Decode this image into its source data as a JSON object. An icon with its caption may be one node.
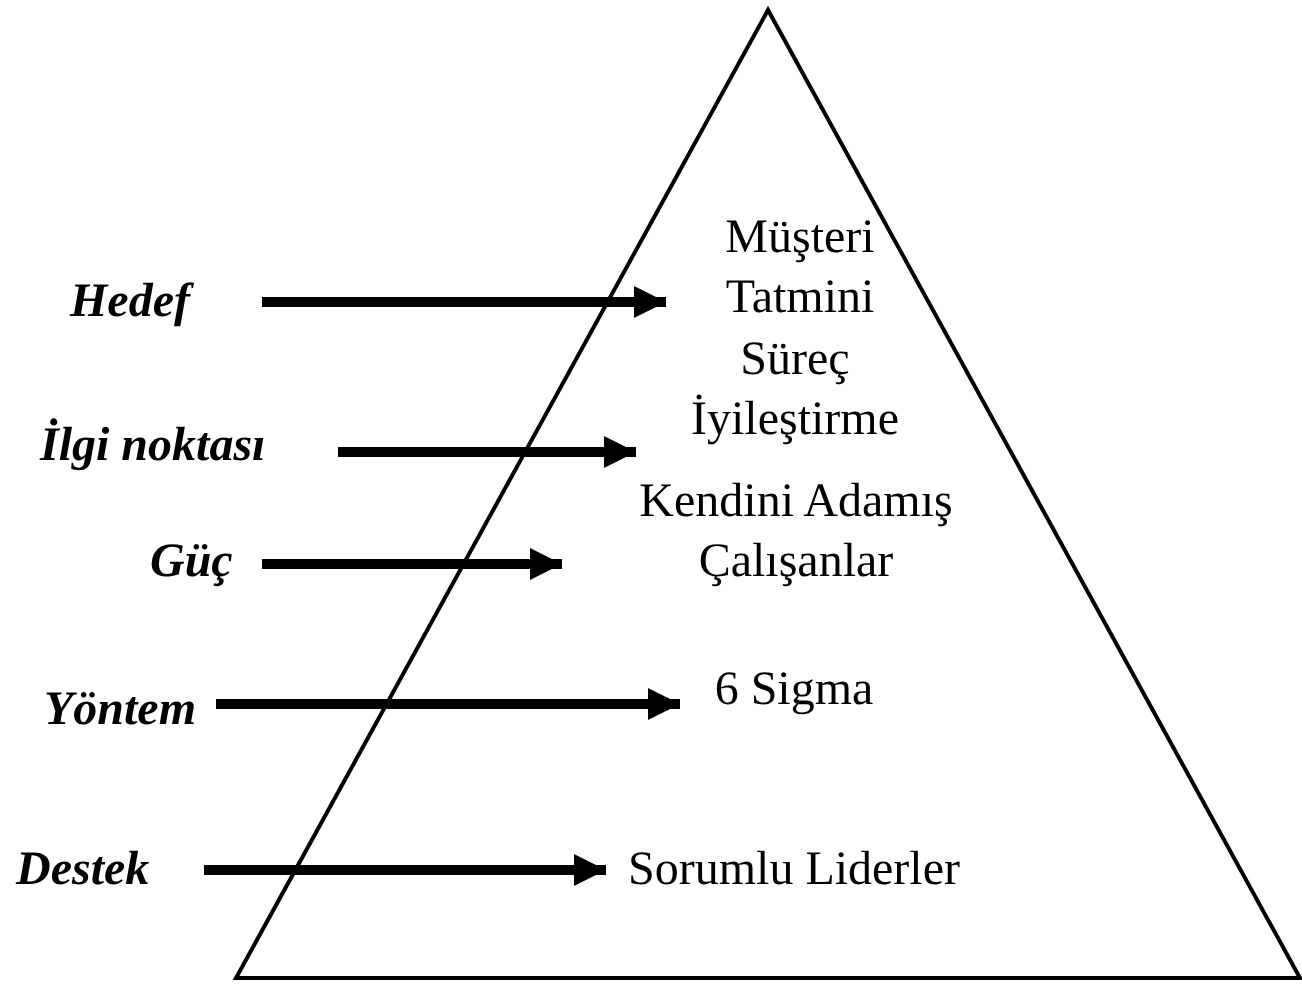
{
  "diagram": {
    "nodes": [
      {
        "text": [],
        "shape": "triangle"
      },
      {
        "text": [
          "Hedef"
        ]
      },
      {
        "text": [
          "Müşteri Tatmini"
        ],
        "in": 0
      },
      {
        "text": [
          "İlgi noktası"
        ]
      },
      {
        "text": [
          "Süreç İyileştirme"
        ],
        "in": 0
      },
      {
        "text": [
          "Güç"
        ]
      },
      {
        "text": [
          "Kendini Adamış Çalışanlar"
        ],
        "in": 0
      },
      {
        "text": [
          "Yöntem"
        ]
      },
      {
        "text": [
          "6 Sigma"
        ],
        "in": 0
      },
      {
        "text": [
          "Destek"
        ]
      },
      {
        "text": [
          "Sorumlu Liderler"
        ],
        "in": 0
      }
    ],
    "edges": [
      {
        "from": 1,
        "to": 2,
        "arrow": "to"
      },
      {
        "from": 3,
        "to": 4,
        "arrow": "to"
      },
      {
        "from": 5,
        "to": 6,
        "arrow": "to"
      },
      {
        "from": 7,
        "to": 8,
        "arrow": "to"
      },
      {
        "from": 9,
        "to": 10,
        "arrow": "to"
      }
    ]
  }
}
